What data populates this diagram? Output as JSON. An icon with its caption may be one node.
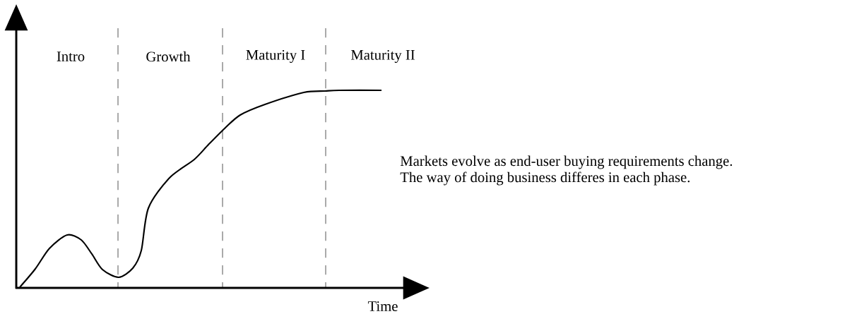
{
  "diagram": {
    "labels": [
      "Intro",
      "Growth",
      "Maturity I",
      "Maturity II",
      "Time",
      "Markets evolve as end-user buying requirements change.",
      "The way of doing business differes in each phase."
    ]
  }
}
